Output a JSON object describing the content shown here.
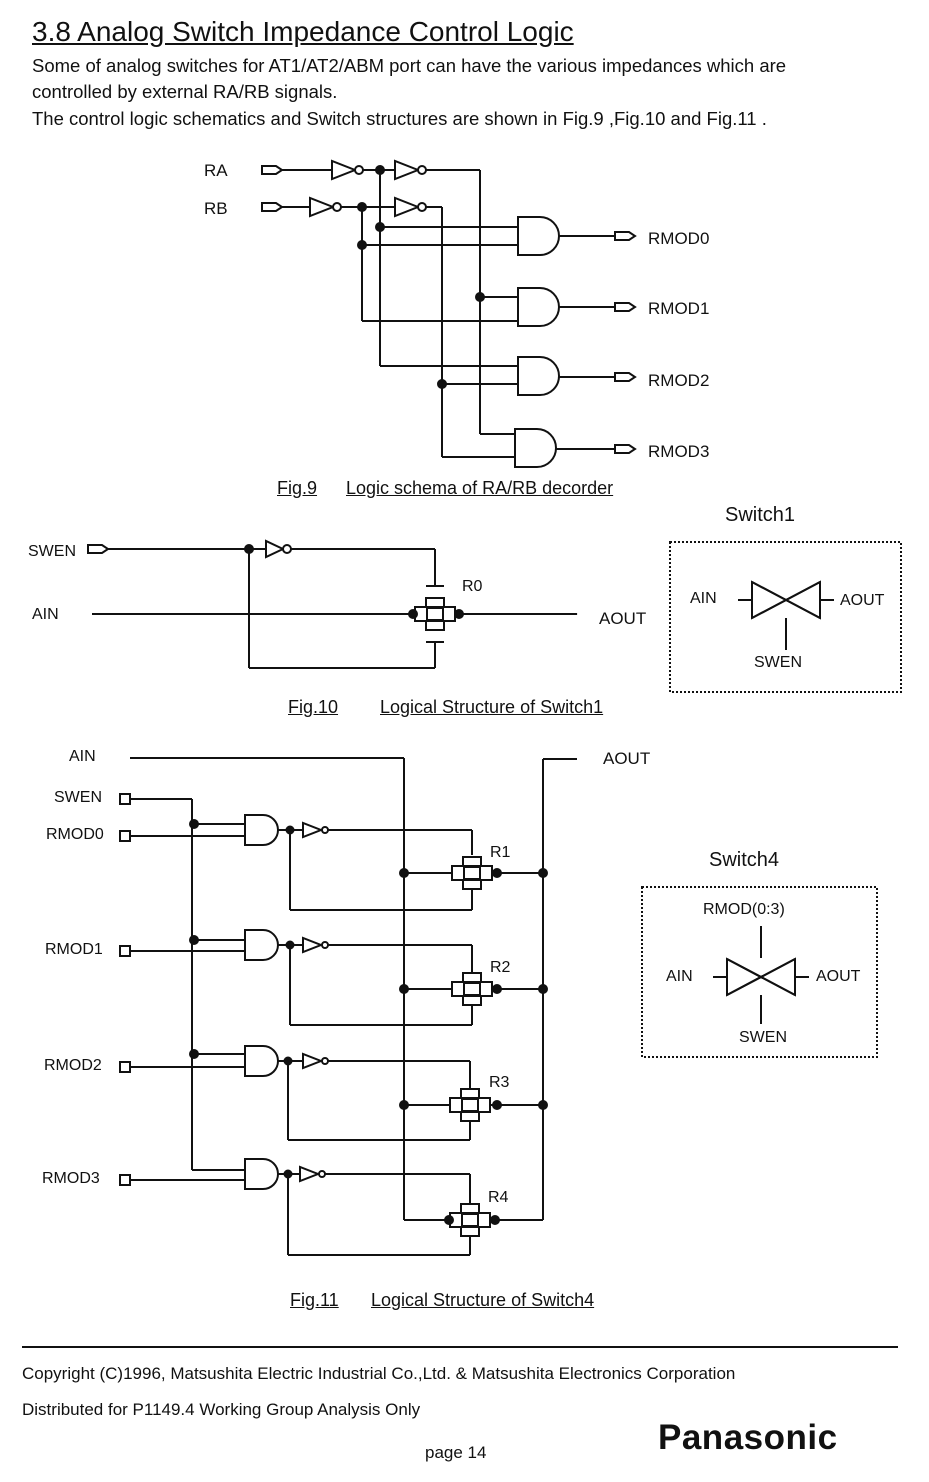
{
  "section_title": "3.8 Analog Switch Impedance Control Logic",
  "intro": [
    "Some of analog switches for AT1/AT2/ABM port can have the various impedances which are",
    "controlled by external RA/RB signals.",
    "The control logic schematics and Switch structures are shown in Fig.9 ,Fig.10 and Fig.11 ."
  ],
  "fig9": {
    "caption_num": "Fig.9",
    "caption_text": "Logic schema of RA/RB decorder",
    "inputs": [
      "RA",
      "RB"
    ],
    "outputs": [
      "RMOD0",
      "RMOD1",
      "RMOD2",
      "RMOD3"
    ]
  },
  "fig10": {
    "caption_num": "Fig.10",
    "caption_text": "Logical Structure of Switch1",
    "swen": "SWEN",
    "ain": "AIN",
    "aout": "AOUT",
    "r0": "R0"
  },
  "switch1_box": {
    "title": "Switch1",
    "ain": "AIN",
    "aout": "AOUT",
    "swen": "SWEN"
  },
  "fig11": {
    "caption_num": "Fig.11",
    "caption_text": "Logical Structure of Switch4",
    "ain": "AIN",
    "aout": "AOUT",
    "swen": "SWEN",
    "rmod": [
      "RMOD0",
      "RMOD1",
      "RMOD2",
      "RMOD3"
    ],
    "resistors": [
      "R1",
      "R2",
      "R3",
      "R4"
    ]
  },
  "switch4_box": {
    "title": "Switch4",
    "rmod": "RMOD(0:3)",
    "ain": "AIN",
    "aout": "AOUT",
    "swen": "SWEN"
  },
  "footer": {
    "copyright": "Copyright (C)1996, Matsushita Electric Industrial Co.,Ltd. &   Matsushita Electronics Corporation",
    "distribution": "Distributed for P1149.4 Working Group Analysis Only",
    "page": "page 14",
    "brand": "Panasonic"
  }
}
